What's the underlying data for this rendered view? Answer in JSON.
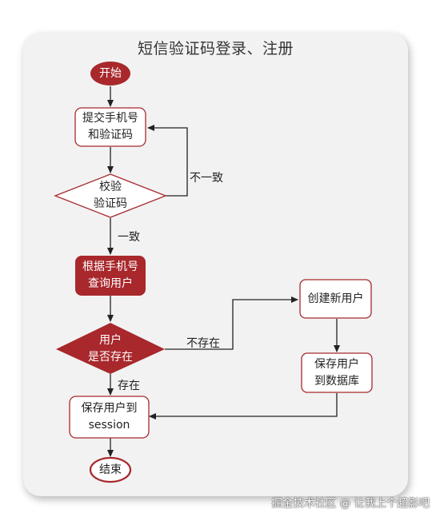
{
  "title": "短信验证码登录、注册",
  "colors": {
    "accent_red": "#a8282c",
    "node_border": "#a8282c",
    "node_fill": "#ffffff",
    "card_bg": "#f2f2f2",
    "line": "#222222"
  },
  "nodes": {
    "start": "开始",
    "submit": "提交手机号\n和验证码",
    "verify": "校验\n验证码",
    "query": "根据手机号\n查询用户",
    "user_exists": "用户\n是否存在",
    "create_user": "创建新用户",
    "save_db": "保存用户\n到数据库",
    "save_session": "保存用户到\nsession",
    "end": "结束"
  },
  "edges": {
    "mismatch": "不一致",
    "match": "一致",
    "not_exists": "不存在",
    "exists": "存在"
  },
  "watermark": "掘金技术社区 @ 让我上个超影吧"
}
